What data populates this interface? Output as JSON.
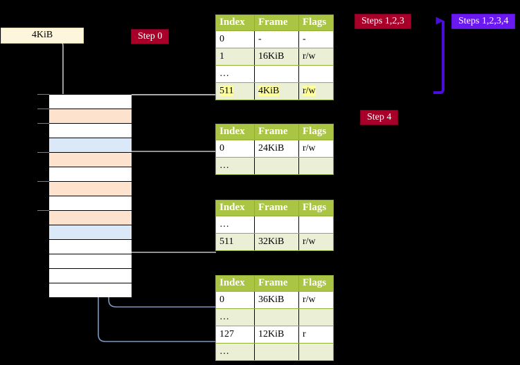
{
  "labels": {
    "size_box": "4KiB",
    "step0": "Step 0",
    "steps123": "Steps 1,2,3",
    "steps1234": "Steps 1,2,3,4",
    "step4": "Step 4"
  },
  "colors": {
    "badge_red": "#a80029",
    "badge_blue": "#6a19f0",
    "table_header_green": "#aac443",
    "table_alt_row": "#eaefd6",
    "highlight_yellow": "#ffff99",
    "mem_orange": "#fde3cd",
    "mem_blue": "#dbe8f7",
    "box_cream": "#fdf6dd",
    "wire_grey": "#bfbfbf",
    "wire_blue": "#7a98c4"
  },
  "columns": [
    "Index",
    "Frame",
    "Flags"
  ],
  "tables": [
    {
      "name": "pml4-table",
      "rows": [
        {
          "index": "0",
          "frame": "-",
          "flags": "-",
          "style": "plain",
          "highlight": false
        },
        {
          "index": "1",
          "frame": "16KiB",
          "flags": "r/w",
          "style": "alt",
          "highlight": false
        },
        {
          "index": "…",
          "frame": "",
          "flags": "",
          "style": "plain",
          "highlight": false
        },
        {
          "index": "511",
          "frame": "4KiB",
          "flags": "r/w",
          "style": "alt",
          "highlight": true
        }
      ]
    },
    {
      "name": "pdpt-table",
      "rows": [
        {
          "index": "0",
          "frame": "24KiB",
          "flags": "r/w",
          "style": "plain",
          "highlight": false
        },
        {
          "index": "…",
          "frame": "",
          "flags": "",
          "style": "alt",
          "highlight": false
        }
      ]
    },
    {
      "name": "pd-table",
      "rows": [
        {
          "index": "…",
          "frame": "",
          "flags": "",
          "style": "plain",
          "highlight": false
        },
        {
          "index": "511",
          "frame": "32KiB",
          "flags": "r/w",
          "style": "alt",
          "highlight": false
        }
      ]
    },
    {
      "name": "pt-table",
      "rows": [
        {
          "index": "0",
          "frame": "36KiB",
          "flags": "r/w",
          "style": "plain",
          "highlight": false
        },
        {
          "index": "…",
          "frame": "",
          "flags": "",
          "style": "alt",
          "highlight": false
        },
        {
          "index": "127",
          "frame": "12KiB",
          "flags": "r",
          "style": "plain",
          "highlight": false
        },
        {
          "index": "…",
          "frame": "",
          "flags": "",
          "style": "alt",
          "highlight": false
        }
      ]
    }
  ],
  "memory_column": {
    "name": "physical-memory-frames",
    "rows": [
      {
        "fill": "white"
      },
      {
        "fill": "orange"
      },
      {
        "fill": "white"
      },
      {
        "fill": "blue"
      },
      {
        "fill": "orange"
      },
      {
        "fill": "white"
      },
      {
        "fill": "orange"
      },
      {
        "fill": "white"
      },
      {
        "fill": "orange"
      },
      {
        "fill": "blue"
      },
      {
        "fill": "white"
      },
      {
        "fill": "white"
      },
      {
        "fill": "white"
      },
      {
        "fill": "white"
      }
    ]
  }
}
